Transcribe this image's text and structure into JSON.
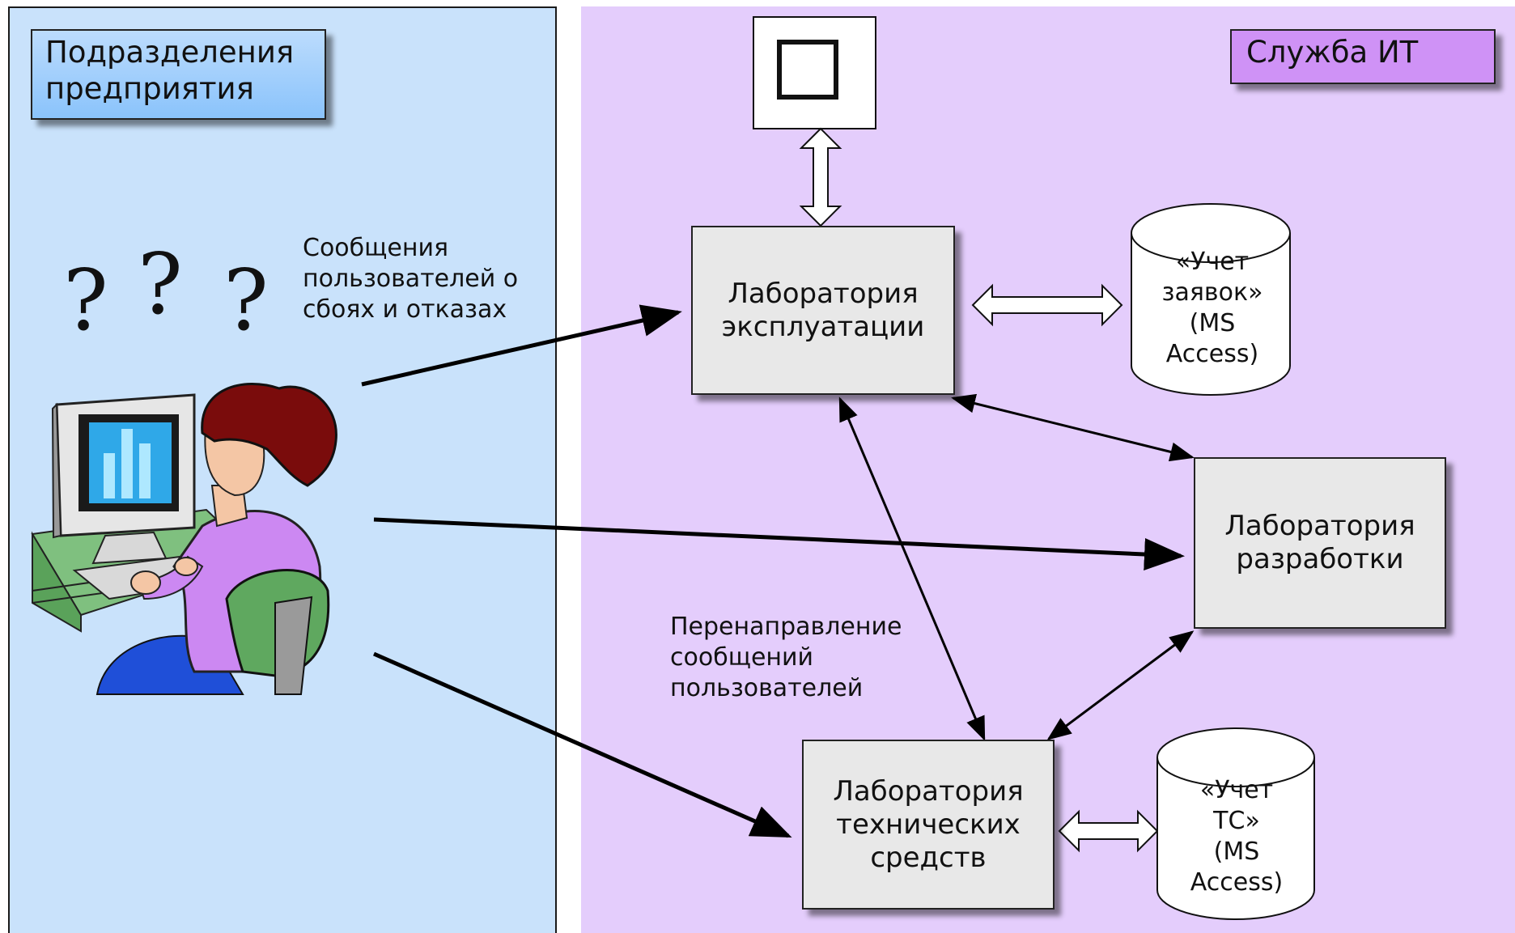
{
  "left_zone": {
    "title": "Подразделения\nпредприятия"
  },
  "right_zone": {
    "title": "Служба ИТ"
  },
  "labels": {
    "user_messages": "Сообщения\nпользователей о\nсбоях и отказах",
    "redirect": "Перенаправление\nсообщений\nпользователей"
  },
  "boxes": {
    "operations_lab": "Лаборатория\nэксплуатации",
    "development_lab": "Лаборатория\nразработки",
    "hardware_lab": "Лаборатория\nтехнических\nсредств"
  },
  "databases": {
    "requests_db": "«Учет\nзаявок»\n(MS\nAccess)",
    "tc_db": "«Учет\nТС»\n(MS\nAccess)"
  },
  "question_marks": [
    "?",
    "?",
    "?"
  ],
  "colors": {
    "left_zone_bg": "#c9e2fb",
    "right_zone_bg": "#e4cdfc",
    "left_title_bg": "#8ac3fb",
    "right_title_bg": "#cf92f6",
    "box_bg": "#e8e8e8"
  }
}
